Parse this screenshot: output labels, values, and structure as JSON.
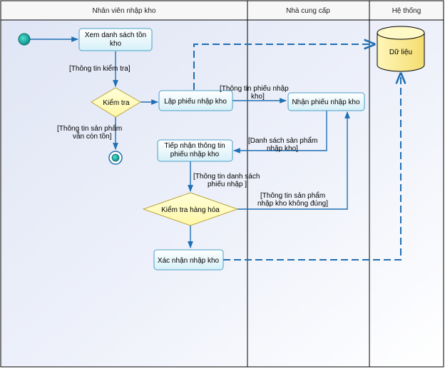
{
  "lanes": [
    {
      "title": "Nhân viên nhập kho"
    },
    {
      "title": "Nhà cung cấp"
    },
    {
      "title": "Hệ thống"
    }
  ],
  "nodes": {
    "xem_ds": {
      "lines": [
        "Xem danh sách tồn",
        "kho"
      ]
    },
    "kiem_tra": {
      "lines": [
        "Kiểm tra"
      ]
    },
    "lap_phieu": {
      "lines": [
        "Lập phiếu nhập kho"
      ]
    },
    "nhan_phieu": {
      "lines": [
        "Nhận phiếu nhập kho"
      ]
    },
    "tiep_nhan": {
      "lines": [
        "Tiếp nhận thông tin",
        "phiếu nhập kho"
      ]
    },
    "kiem_tra_hang": {
      "lines": [
        "Kiểm tra hàng hóa"
      ]
    },
    "xac_nhan": {
      "lines": [
        "Xác nhận nhập kho"
      ]
    },
    "du_lieu": {
      "lines": [
        "Dữ liệu"
      ]
    }
  },
  "edge_labels": {
    "thong_tin_kiem_tra": [
      "[Thông tin  kiểm tra]"
    ],
    "thong_tin_phieu_nhap": [
      "[Thông tin phiếu nhập",
      "kho]"
    ],
    "thong_tin_san_pham_con_ton": [
      "[Thông tin sản phẩm",
      "vẫn còn tồn]"
    ],
    "danh_sach_san_pham": [
      "[Danh sách sản phẩm",
      "nhập kho]"
    ],
    "thong_tin_danh_sach": [
      "[Thông tin danh sách",
      "phiếu nhập ]"
    ],
    "thong_tin_khong_dung": [
      "[Thông tin sản phẩm",
      "nhập kho không đúng]"
    ]
  },
  "colors": {
    "flow": "#1f6fb4",
    "action_fill_top": "#ffffff",
    "action_fill_bottom": "#d9f1f8",
    "decision_fill": "#ffffc2",
    "db_fill": "#fff2a0",
    "lane_bg": "#e4e9f6",
    "border": "#000000"
  }
}
